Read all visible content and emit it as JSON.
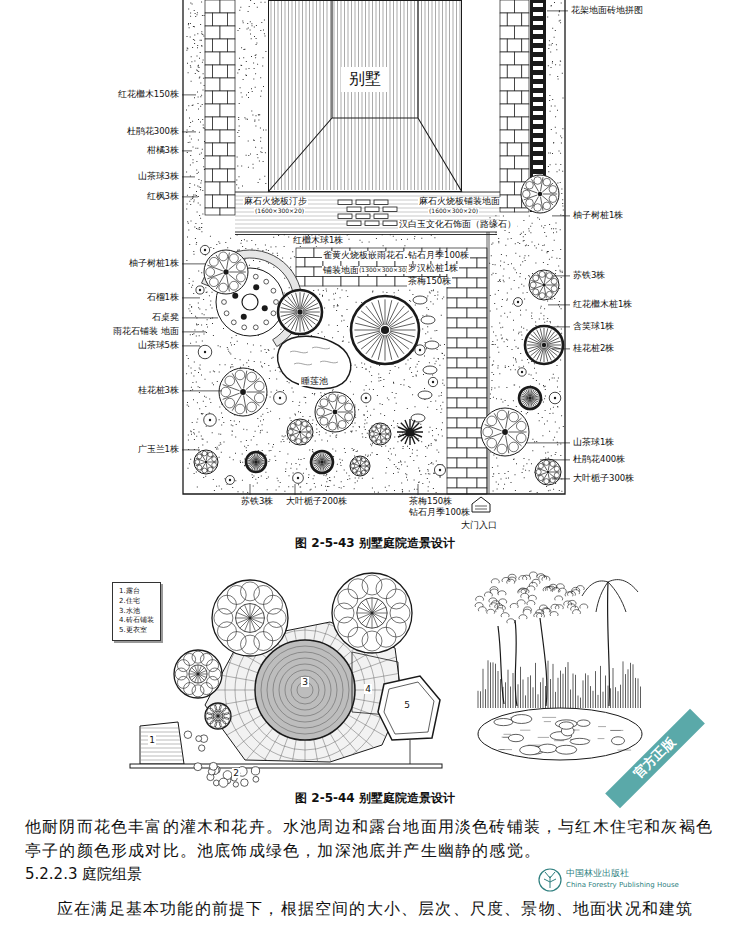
{
  "diagram": {
    "nodes": [
      {
        "text": [
          "别墅"
        ]
      },
      {
        "text": [
          "睡莲池"
        ]
      },
      {
        "text": [
          "1.露台",
          "2.住宅",
          "3.水池",
          "4.砖石铺装",
          "5.更衣室"
        ]
      }
    ],
    "labels": [
      "花架地面砖地拼图",
      "红花檵木150株",
      "杜鹃花300株",
      "柑橘3株",
      "山茶球3株",
      "红枫3株",
      "麻石火烧板汀步",
      "(1600×300×20)",
      "麻石火烧板铺装地面",
      "(1600×300×20)",
      "汉白玉文化石饰面（路缘石）",
      "柚子树桩1株",
      "红檵木球1株",
      "雀黄火烧板嵌雨花石",
      "铺装地面",
      "(1300×300×30)",
      "钻石月季100株",
      "罗汉松桩1株",
      "茶梅150株",
      "柚子树桩1株",
      "苏铁3株",
      "石榴1株",
      "红花檵木桩1株",
      "石桌凳",
      "含笑球1株",
      "雨花石铺装 地面",
      "山茶球5株",
      "桂花桩2株",
      "桂花桩3株",
      "广玉兰1株",
      "山茶球1株",
      "杜鹃花400株",
      "大叶栀子300株",
      "苏铁3株",
      "大叶栀子200株",
      "茶梅150株",
      "钻石月季100株",
      "大门入口",
      "图 2-5-43 别墅庭院造景设计",
      "1",
      "2",
      "3",
      "4",
      "5",
      "图 2-5-44 别墅庭院造景设计",
      "他耐阴而花色丰富的灌木和花卉。水池周边和露台地面用淡色砖铺装，与红木住宅和灰褐色亭子的颜色形成对比。池底饰成绿色，加深池底并产生幽静的感觉。",
      "5.2.2.3 庭院组景",
      "应在满足基本功能的前提下，根据空间的大小、层次、尺度、景物、地面状况和建筑",
      "官方正版",
      "中国林业出版社",
      "China Forestry Publishing House"
    ]
  }
}
